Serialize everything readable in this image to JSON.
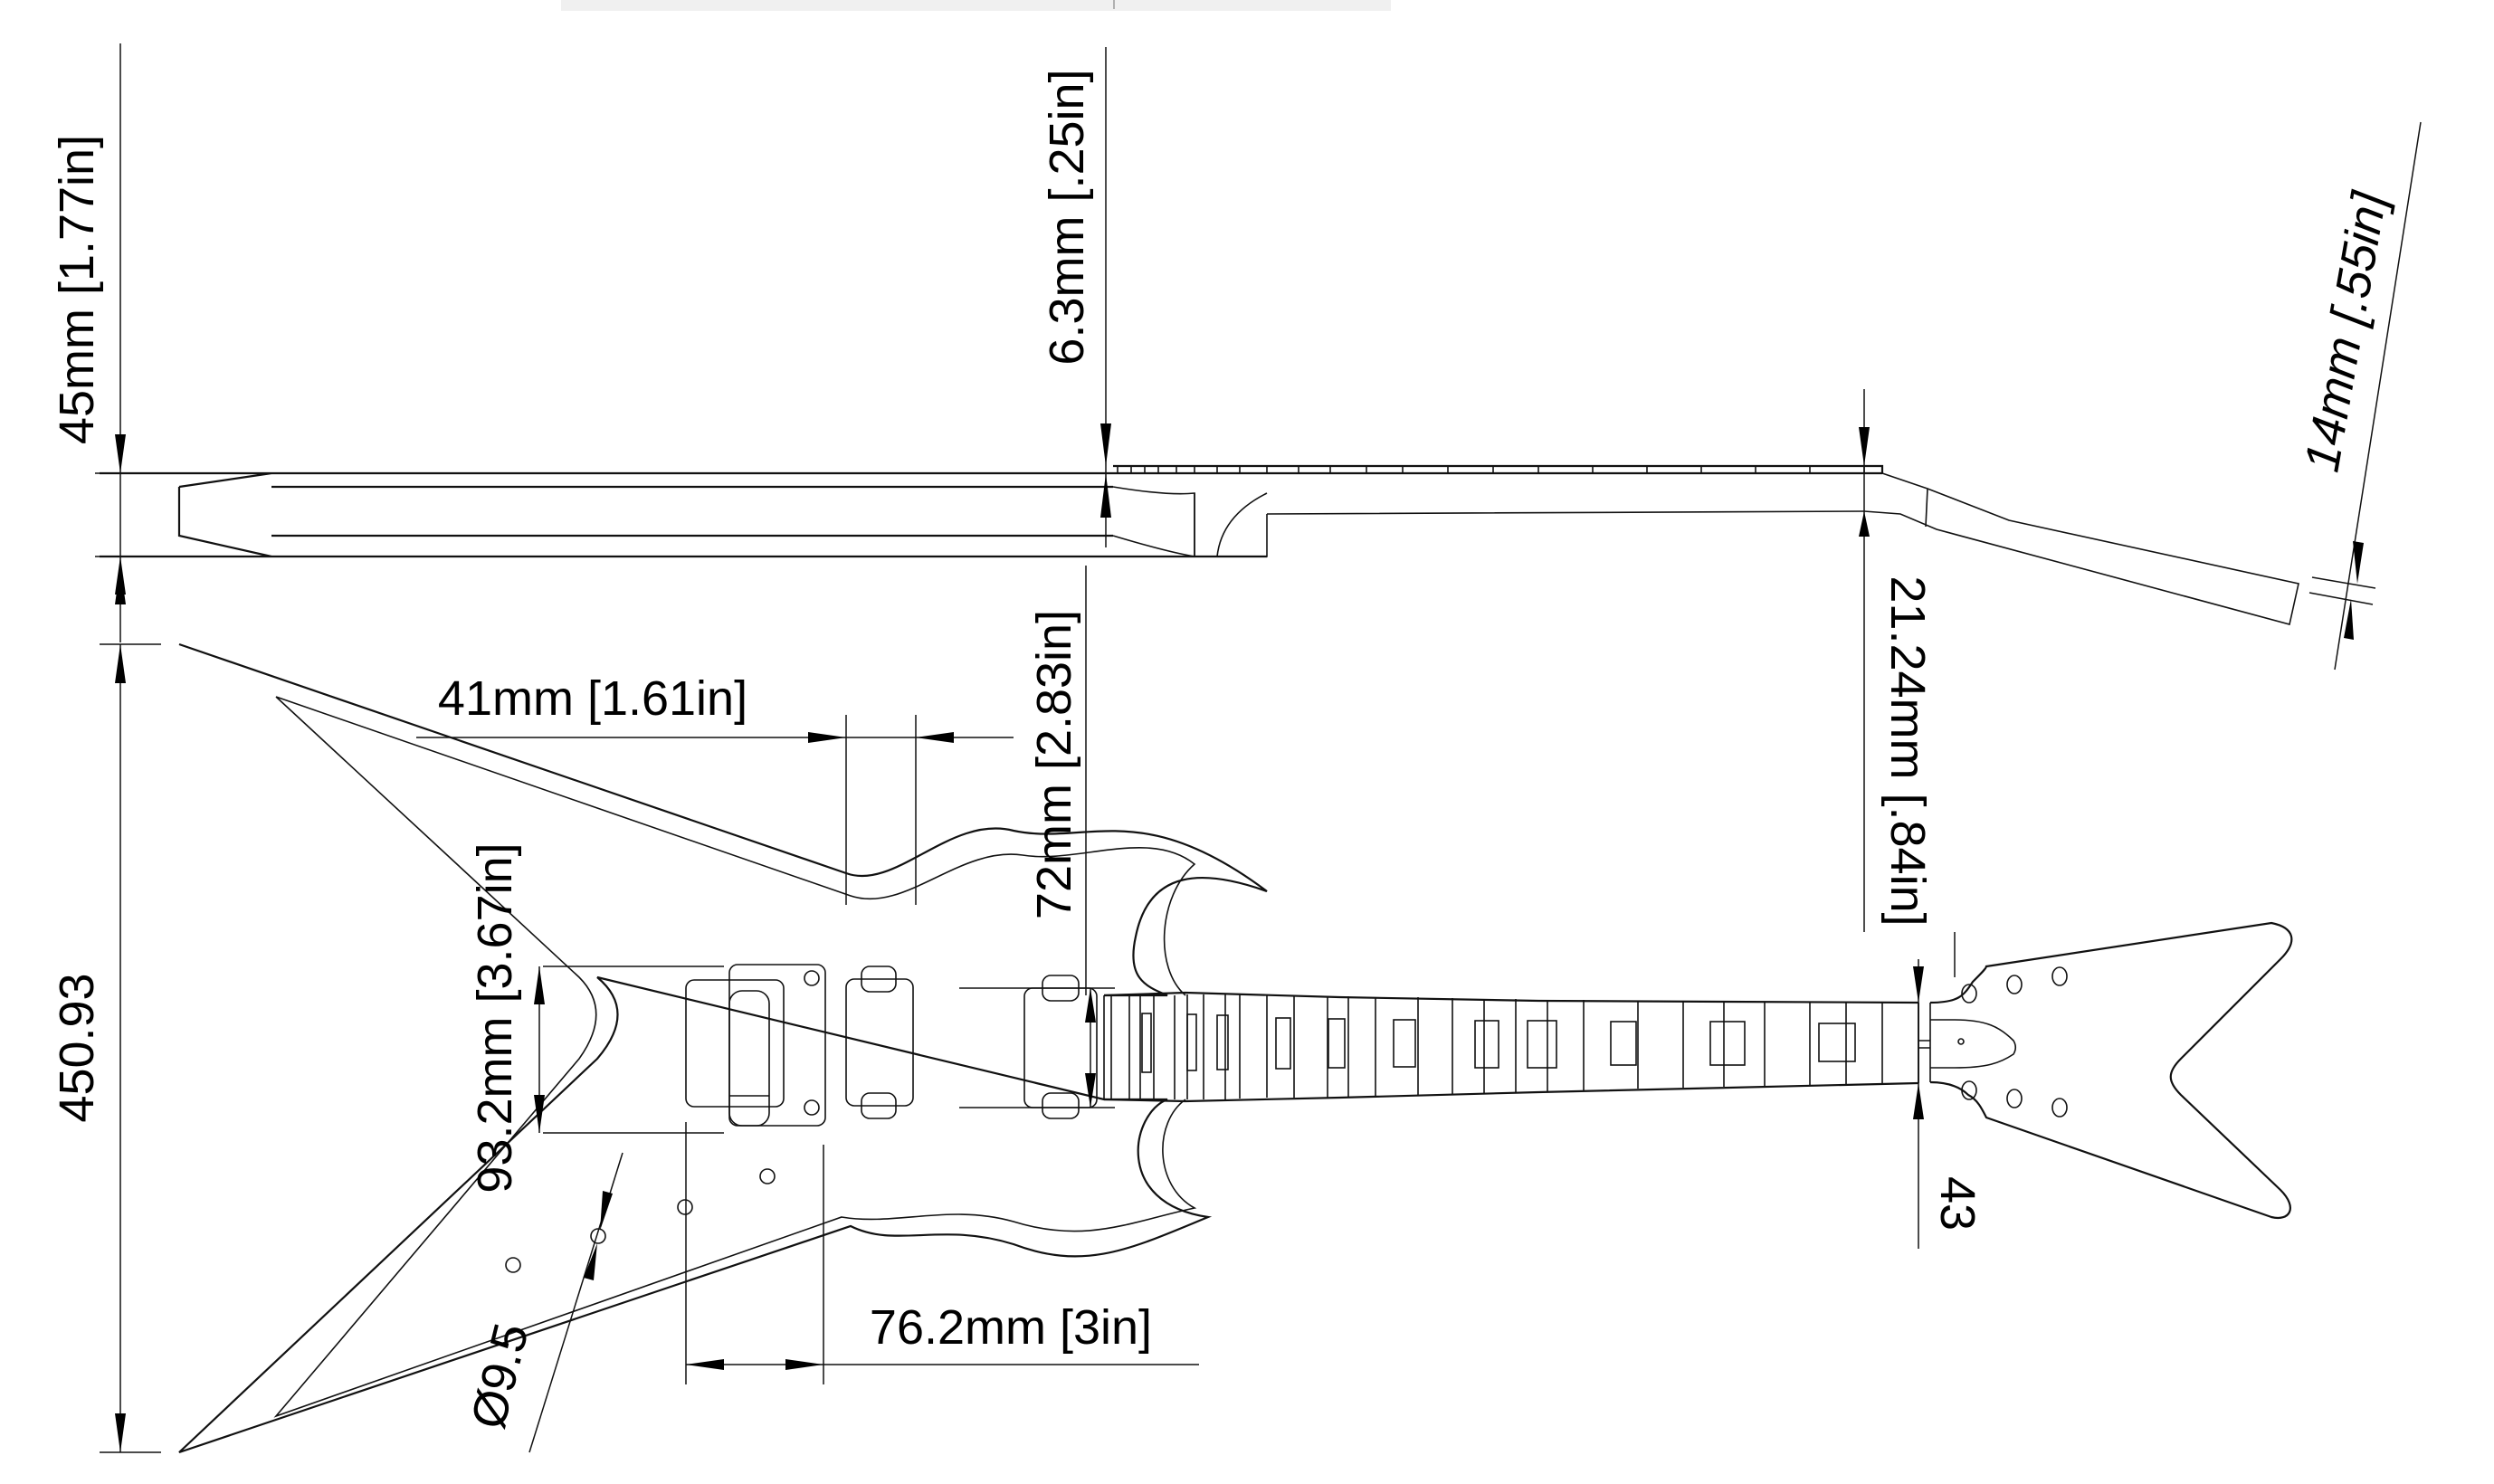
{
  "drawing": {
    "subject": "Electric guitar technical drawing — side profile and top view",
    "colors": {
      "background": "#ffffff",
      "line": "#111111",
      "top_strip": "#f0f0f0"
    }
  },
  "dimensions": {
    "body_thickness": "45mm [1.77in]",
    "fretboard_thickness": "6.3mm [.25in]",
    "headstock_thickness": "14mm [.55in]",
    "neck_depth": "21.24mm [.84in]",
    "body_length": "450.93",
    "pickup_spacing": "41mm [1.61in]",
    "neck_pocket_width": "72mm [2.83in]",
    "bridge_width": "93.2mm [3.67in]",
    "control_hole_diameter": "Ø9.5",
    "bridge_offset": "76.2mm [3in]",
    "nut_width": "43"
  }
}
